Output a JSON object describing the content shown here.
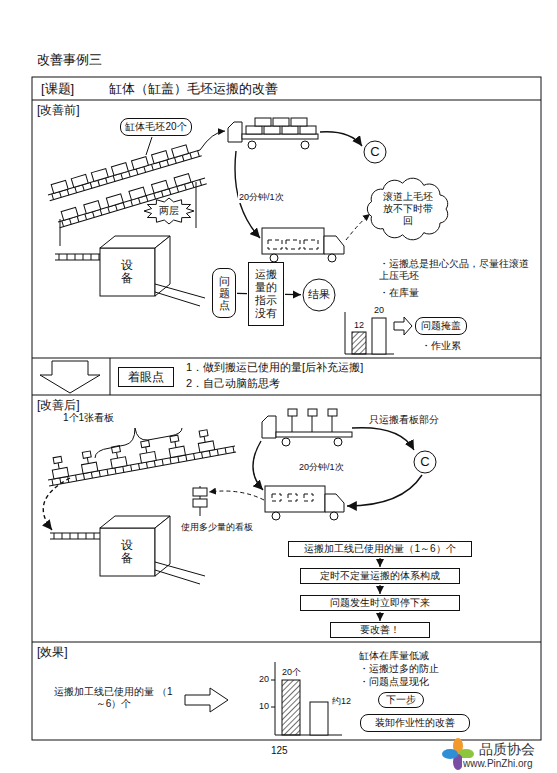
{
  "diagram": {
    "title": "改善事例三",
    "nodes": [
      {
        "text": [
          "缸体毛坯20个"
        ]
      },
      {
        "text": [
          "两层"
        ]
      },
      {
        "text": [
          "C"
        ]
      },
      {
        "text": [
          "滚道上毛坯放不下时带回"
        ]
      },
      {
        "text": [
          "设备"
        ]
      },
      {
        "text": [
          "问题点"
        ]
      },
      {
        "text": [
          "运搬量的指示没有"
        ]
      },
      {
        "text": [
          "结果"
        ]
      },
      {
        "text": [
          "问题掩盖"
        ]
      },
      {
        "text": [
          "着眼点"
        ]
      },
      {
        "text": [
          "C"
        ]
      },
      {
        "text": [
          "设备"
        ]
      },
      {
        "text": [
          "运搬加工线已使用的量（1～6）个"
        ]
      },
      {
        "text": [
          "定时不定量运搬的体系构成"
        ]
      },
      {
        "text": [
          "问题发生时立即停下来"
        ]
      },
      {
        "text": [
          "要改善！"
        ]
      },
      {
        "text": [
          "下一步"
        ]
      },
      {
        "text": [
          "装卸作业性的改善"
        ]
      }
    ],
    "edges": [
      {
        "from": 5,
        "to": 6,
        "arrow": "none"
      },
      {
        "from": 6,
        "to": 7,
        "arrow": "to"
      },
      {
        "from": 12,
        "to": 13,
        "arrow": "to"
      },
      {
        "from": 13,
        "to": 14,
        "arrow": "to"
      },
      {
        "from": 14,
        "to": 15,
        "arrow": "to"
      }
    ],
    "labels": [
      "[课题]",
      "缸体（缸盖）毛坯运搬的改善",
      "[改善前]",
      "20分钟/1次",
      "・运搬总是担心欠品，尽量往滚道上压毛坯",
      "・在库量",
      "12",
      "20",
      "・作业累",
      "1．做到搬运已使用的量[后补充运搬]",
      "2．自己动脑筋思考",
      "[改善后]",
      "1个1张看板",
      "只运搬看板部分",
      "20分钟/1次",
      "使用多少量的看板",
      "[效果]",
      "运搬加工线已使用的量 （1～6）个",
      "20个",
      "20",
      "10",
      "约12",
      "缸体在库量低减",
      "・运搬过多的防止",
      "・问题点显现化",
      "125",
      "品质协会",
      "www.PinZhi.org"
    ]
  }
}
